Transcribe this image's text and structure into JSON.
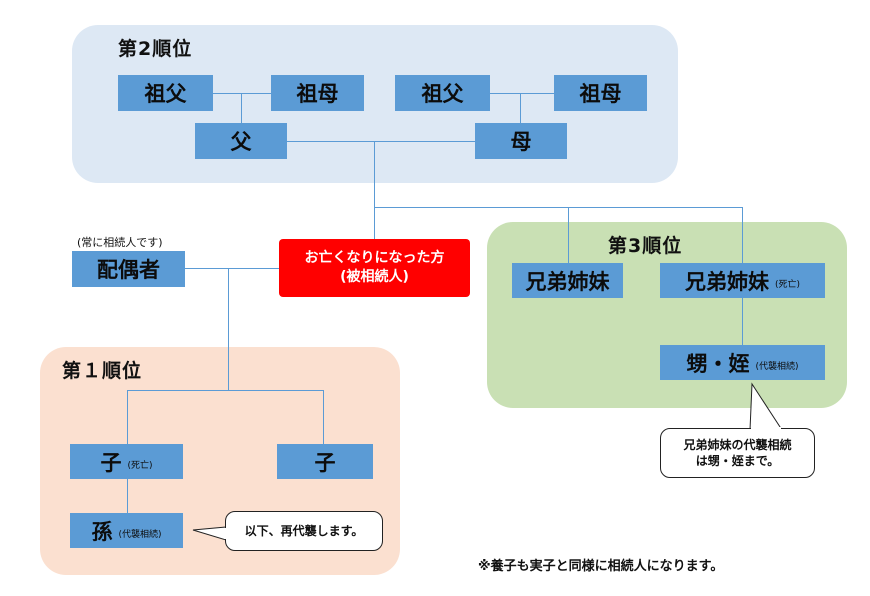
{
  "second_rank": {
    "title": "第2順位",
    "paternal_grandfather": "祖父",
    "paternal_grandmother": "祖母",
    "maternal_grandfather": "祖父",
    "maternal_grandmother": "祖母",
    "father": "父",
    "mother": "母"
  },
  "decedent": {
    "line1": "お亡くなりになった方",
    "line2": "(被相続人)"
  },
  "spouse": {
    "note": "(常に相続人です)",
    "label": "配偶者"
  },
  "third_rank": {
    "title": "第3順位",
    "sibling": "兄弟姉妹",
    "sibling_deceased": "兄弟姉妹",
    "sibling_deceased_tag": "(死亡)",
    "nephew_niece": "甥・姪",
    "nephew_niece_tag": "(代襲相続)",
    "callout_line1": "兄弟姉妹の代襲相続",
    "callout_line2": "は甥・姪まで。"
  },
  "first_rank": {
    "title": "第１順位",
    "child_deceased": "子",
    "child_deceased_tag": "(死亡)",
    "child": "子",
    "grandchild": "孫",
    "grandchild_tag": "(代襲相続)",
    "callout": "以下、再代襲します。"
  },
  "footnote": "※養子も実子と同様に相続人になります。",
  "colors": {
    "box": "#5b9bd5",
    "decedent": "#ff0000",
    "second_bg": "#dde8f4",
    "third_bg": "#c9e0b4",
    "first_bg": "#fbe0d0"
  }
}
